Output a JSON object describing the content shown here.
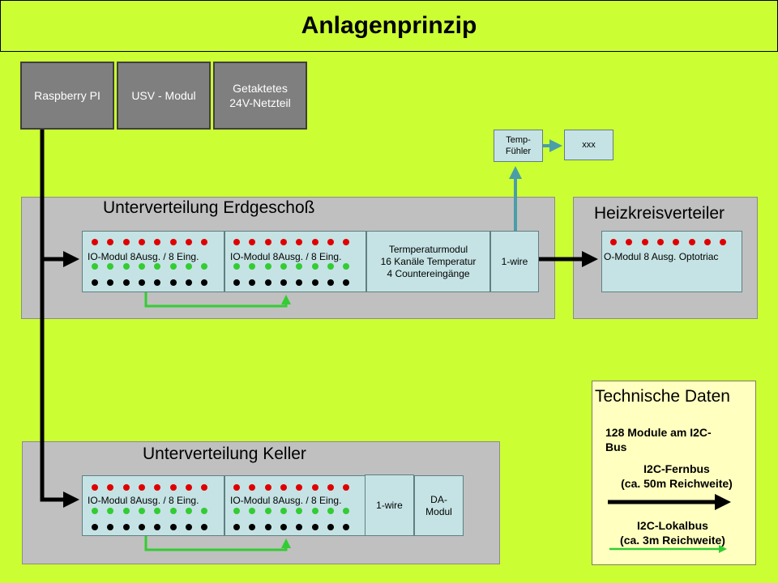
{
  "title": "Anlagenprinzip",
  "top_boxes": {
    "raspberry": "Raspberry PI",
    "usv": "USV - Modul",
    "netzteil_line1": "Getaktetes",
    "netzteil_line2": "24V-Netzteil"
  },
  "temp": {
    "fuehler_line1": "Temp-",
    "fuehler_line2": "Fühler",
    "xxx": "xxx"
  },
  "erdgeschoss": {
    "title": "Unterverteilung Erdgeschoß",
    "io1": "IO-Modul  8Ausg.  / 8 Eing.",
    "io2": "IO-Modul  8Ausg. / 8 Eing.",
    "temp_line1": "Termperaturmodul",
    "temp_line2": "16 Kanäle Temperatur",
    "temp_line3": "4 Countereingänge",
    "onewire": "1-wire"
  },
  "heizkreis": {
    "title": "Heizkreisverteiler",
    "module": "O-Modul  8 Ausg. Optotriac"
  },
  "keller": {
    "title": "Unterverteilung Keller",
    "io1": "IO-Modul  8Ausg.  / 8 Eing.",
    "io2": "IO-Modul  8Ausg. / 8 Eing.",
    "onewire": "1-wire",
    "da_line1": "DA-",
    "da_line2": "Modul"
  },
  "technische_daten": {
    "title": "Technische Daten",
    "modules_line1": "128 Module am I2C-",
    "modules_line2": "Bus",
    "fernbus_line1": "I2C-Fernbus",
    "fernbus_line2": "(ca. 50m Reichweite)",
    "lokalbus_line1": "I2C-Lokalbus",
    "lokalbus_line2": "(ca. 3m  Reichweite)"
  },
  "colors": {
    "background": "#ccff33",
    "fernbus": "#000000",
    "lokalbus": "#33cc33",
    "onewire_arrow": "#4a9ea8",
    "led_red": "#e00000",
    "led_green": "#33cc33"
  }
}
